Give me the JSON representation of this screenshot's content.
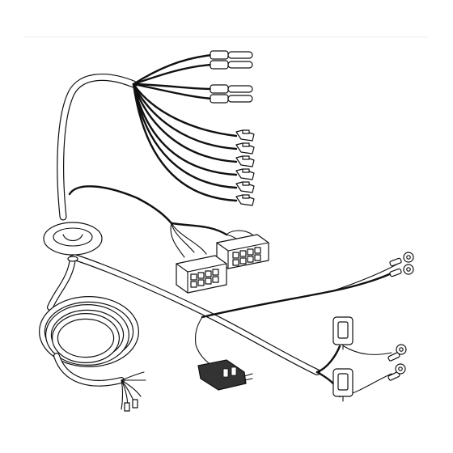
{
  "image": {
    "kind": "line-art illustration",
    "subject": "wiring-harness-drawing",
    "colors": {
      "background": "#ffffff",
      "line": "#111111",
      "sheath_fill": "#ffffff",
      "connector_fill": "#ffffff",
      "dark_connector_fill": "#333333",
      "separator": "#eeeeee"
    }
  },
  "components": {
    "main_cable": "main-cable",
    "grommet": "rubber-grommet",
    "wire_fan": "wire-fan",
    "bullet_connectors": "bullet-connectors",
    "spade_terminals": "spade-terminals",
    "multi_pin_connectors": "multi-pin-connectors",
    "ring_terminals": "ring-terminals",
    "inline_fuse_holders": "inline-fuse-holders",
    "flat_connector": "flat-connector",
    "coiled_cable": "coiled-cable",
    "cable_end_wires": "cable-end-wires"
  },
  "counts": {
    "bullet_connectors": 4,
    "spade_terminals": 6,
    "multi_pin_connectors": 2,
    "ring_terminals": 4,
    "fuse_holders": 2
  }
}
